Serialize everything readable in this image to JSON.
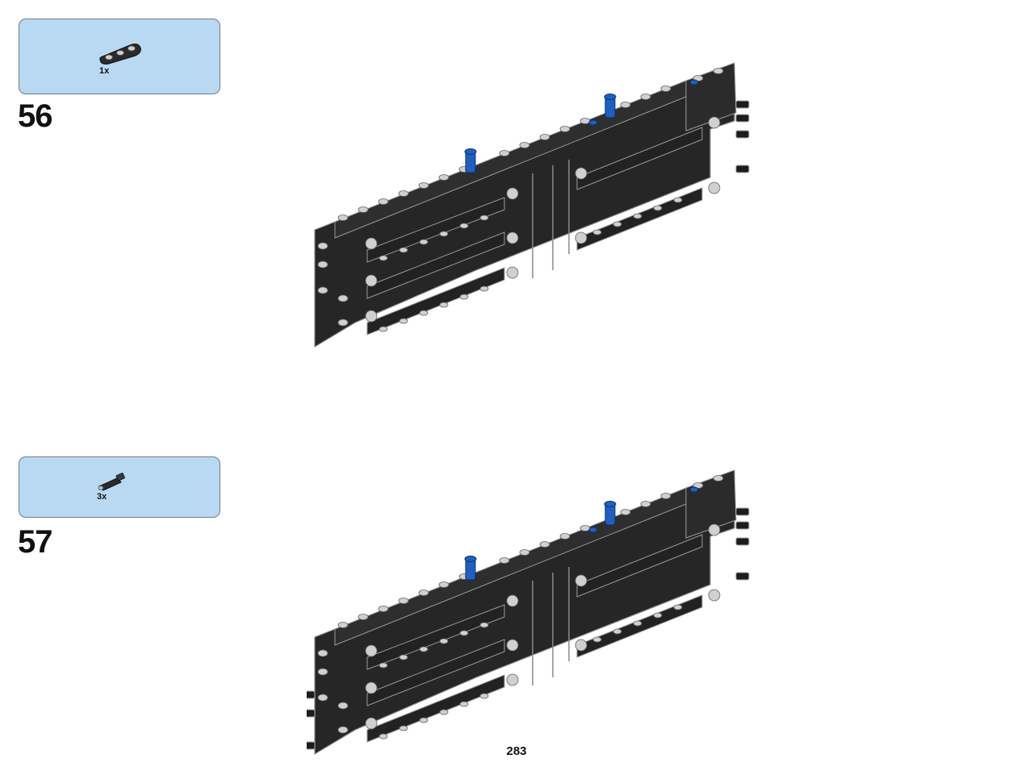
{
  "steps": [
    {
      "number": "56",
      "parts": [
        {
          "name": "black-3-hole-liftarm-icon",
          "quantity": "1x"
        }
      ]
    },
    {
      "number": "57",
      "parts": [
        {
          "name": "black-axle-pin-icon",
          "quantity": "3x"
        }
      ]
    }
  ],
  "page": {
    "number": "283"
  },
  "colors": {
    "parts_box_fill": "#b9d9f3",
    "brick_black": "#262626",
    "pin_blue": "#1f5fc4",
    "hole_gray": "#cfcfcf"
  }
}
